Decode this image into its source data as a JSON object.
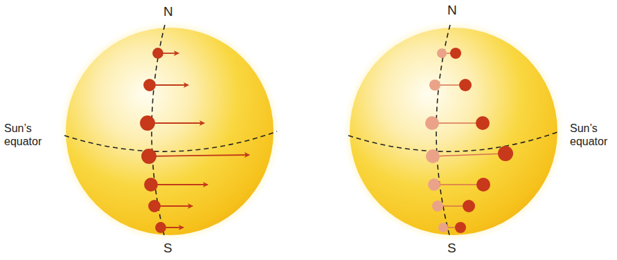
{
  "diagram": {
    "labels": [
      "N",
      "Sun’s equator",
      "S",
      "N",
      "Sun’s equator",
      "S"
    ]
  }
}
